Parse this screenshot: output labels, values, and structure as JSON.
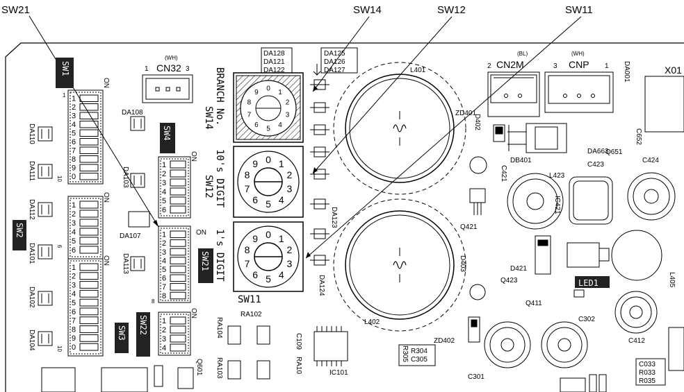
{
  "callouts": {
    "sw21": "SW21",
    "sw14": "SW14",
    "sw12": "SW12",
    "sw11": "SW11"
  },
  "dip_tags": {
    "sw1": "SW1",
    "sw2": "SW2",
    "sw3": "SW3",
    "sw4": "SW4",
    "sw21": "SW21",
    "sw22": "SW22",
    "led1": "LED1"
  },
  "connectors": {
    "cn32_color": "(WH)",
    "cn32": "CN32",
    "cn32_pin1": "1",
    "cn32_pin3": "3",
    "cn2m_color": "(BL)",
    "cn2m": "CN2M",
    "cn2m_pin": "2",
    "cnp_color": "(WH)",
    "cnp": "CNP",
    "cnp_pin3": "3",
    "cnp_pin1": "1",
    "x01": "X01"
  },
  "rotary": {
    "branch_label": "BRANCH No.",
    "branch_sw": "SW14",
    "tens_label": "10's DIGIT",
    "tens_sw": "SW12",
    "ones_label": "1's DIGIT",
    "ones_sw": "SW11"
  },
  "labels": {
    "da128_group": [
      "DA128",
      "DA121",
      "DA122"
    ],
    "da125_group": [
      "DA125",
      "DA126",
      "DA127"
    ],
    "da108": "DA108",
    "da110": "DA110",
    "da111": "DA111",
    "da112": "DA112",
    "da101": "DA101",
    "da102": "DA102",
    "da104": "DA104",
    "da107": "DA107",
    "da113": "DA113",
    "da103": "DA103",
    "da123": "DA123",
    "da124": "DA124",
    "l401": "L401",
    "l402": "L402",
    "zd401": "ZD401",
    "zd402": "ZD402",
    "d402": "D402",
    "da663": "DA663",
    "db401": "DB401",
    "q651": "Q651",
    "c652": "C652",
    "c423": "C423",
    "c424": "C424",
    "l423": "L423",
    "ic421": "IC421",
    "c421": "C421",
    "q421": "Q421",
    "d403": "D403",
    "d421": "D421",
    "q423": "Q423",
    "q411": "Q411",
    "l405": "L405",
    "c302": "C302",
    "c412": "C412",
    "c301": "C301",
    "ra102": "RA102",
    "ra104": "RA104",
    "ra103": "RA103",
    "c109": "C109",
    "ra10": "RA10",
    "ic101": "IC101",
    "r304": "R304",
    "c305": "C305",
    "r305": "R305",
    "c033": "C033",
    "r033": "R033",
    "r035": "R035",
    "q601": "Q601",
    "da001": "DA001",
    "on": "ON",
    "n6": "6",
    "n8": "8",
    "n10": "10",
    "n1": "1"
  },
  "sw1_numbers": [
    "1",
    "2",
    "3",
    "4",
    "5",
    "6",
    "7",
    "8",
    "9",
    "0"
  ],
  "sw2_numbers": [
    "1",
    "2",
    "3",
    "4",
    "5",
    "6"
  ],
  "sw3_numbers": [
    "1",
    "2",
    "3",
    "4",
    "5",
    "6",
    "7",
    "8",
    "9",
    "0"
  ],
  "sw4_numbers": [
    "1",
    "2",
    "3",
    "4",
    "5",
    "6"
  ],
  "sw21_numbers": [
    "1",
    "2",
    "3",
    "4",
    "5",
    "6",
    "7",
    "8"
  ],
  "sw22_numbers": [
    "1",
    "2",
    "3",
    "4"
  ],
  "dial_digits": [
    "0",
    "1",
    "2",
    "3",
    "4",
    "5",
    "6",
    "7",
    "8",
    "9"
  ]
}
